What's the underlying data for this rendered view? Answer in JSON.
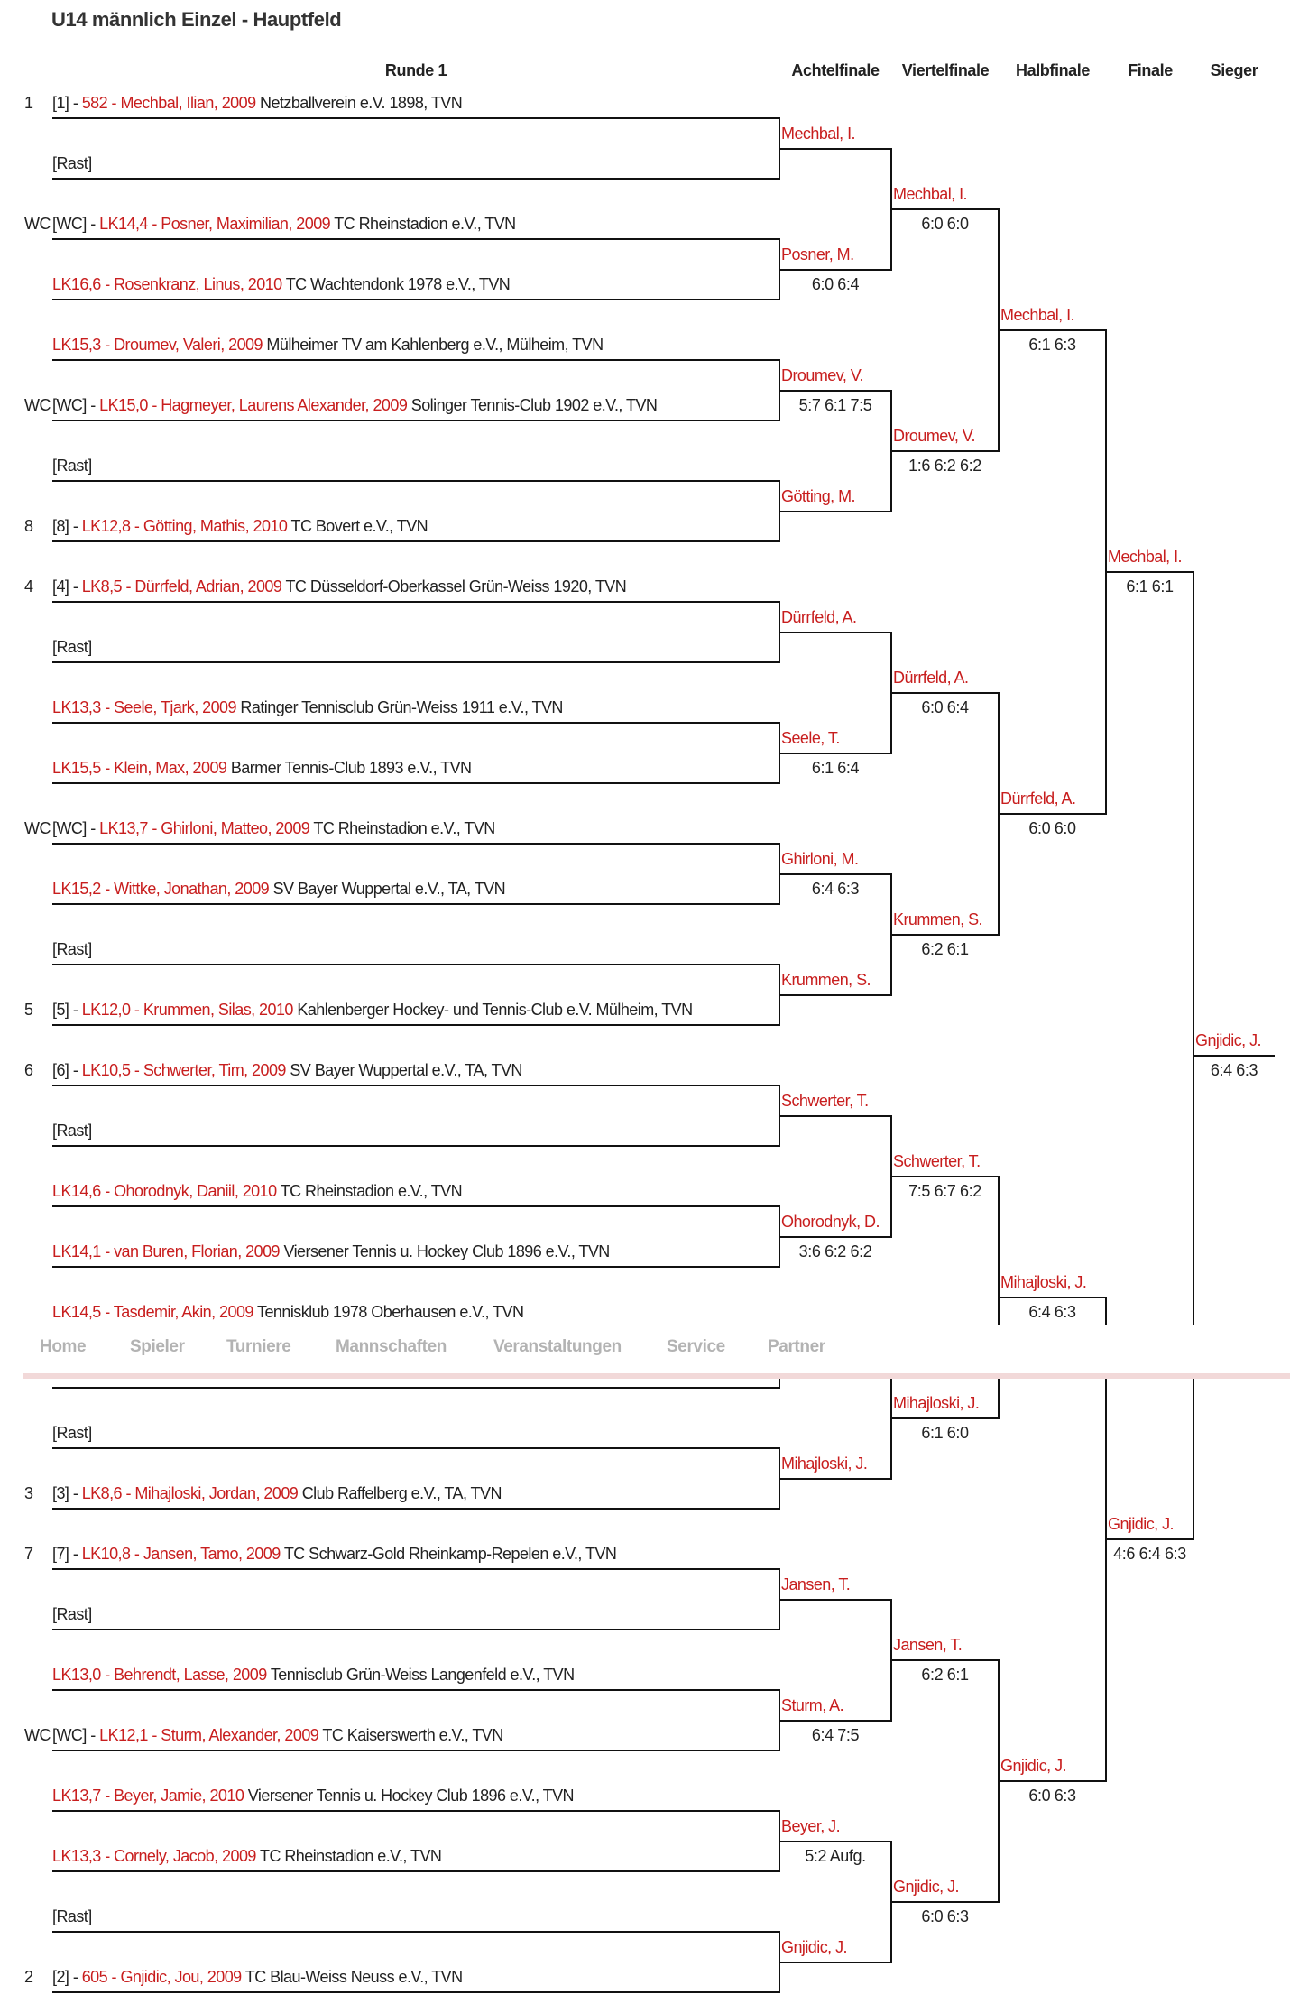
{
  "title": "U14 männlich Einzel - Hauptfeld",
  "rounds": [
    "Runde 1",
    "Achtelfinale",
    "Viertelfinale",
    "Halbfinale",
    "Finale",
    "Sieger"
  ],
  "colors": {
    "player": "#c81e1e",
    "text": "#222222",
    "nav_text": "#b3b3b3",
    "nav_border": "#f2d9d9"
  },
  "nav": [
    "Home",
    "Spieler",
    "Turniere",
    "Mannschaften",
    "Veranstaltungen",
    "Service",
    "Partner"
  ],
  "round1": [
    {
      "label": "1",
      "prefix": "[1] - ",
      "player": "582 - Mechbal, Ilian, 2009",
      "club": " Netzballverein e.V. 1898, TVN"
    },
    {
      "bye": "[Rast]"
    },
    {
      "label": "WC",
      "prefix": "[WC] - ",
      "player": "LK14,4 - Posner, Maximilian, 2009",
      "club": " TC Rheinstadion e.V., TVN"
    },
    {
      "player": "LK16,6 - Rosenkranz, Linus, 2010",
      "club": " TC Wachtendonk 1978 e.V., TVN"
    },
    {
      "player": "LK15,3 - Droumev, Valeri, 2009",
      "club": " Mülheimer TV am Kahlenberg e.V., Mülheim, TVN"
    },
    {
      "label": "WC",
      "prefix": "[WC] - ",
      "player": "LK15,0 - Hagmeyer, Laurens Alexander, 2009",
      "club": " Solinger Tennis-Club 1902 e.V., TVN"
    },
    {
      "bye": "[Rast]"
    },
    {
      "label": "8",
      "prefix": "[8] - ",
      "player": "LK12,8 - Götting, Mathis, 2010",
      "club": " TC Bovert e.V., TVN"
    },
    {
      "label": "4",
      "prefix": "[4] - ",
      "player": "LK8,5 - Dürrfeld, Adrian, 2009",
      "club": " TC Düsseldorf-Oberkassel Grün-Weiss 1920, TVN"
    },
    {
      "bye": "[Rast]"
    },
    {
      "player": "LK13,3 - Seele, Tjark, 2009",
      "club": " Ratinger Tennisclub Grün-Weiss 1911 e.V., TVN"
    },
    {
      "player": "LK15,5 - Klein, Max, 2009",
      "club": " Barmer Tennis-Club 1893 e.V., TVN"
    },
    {
      "label": "WC",
      "prefix": "[WC] - ",
      "player": "LK13,7 - Ghirloni, Matteo, 2009",
      "club": " TC Rheinstadion e.V., TVN"
    },
    {
      "player": "LK15,2 - Wittke, Jonathan, 2009",
      "club": " SV Bayer Wuppertal e.V., TA, TVN"
    },
    {
      "bye": "[Rast]"
    },
    {
      "label": "5",
      "prefix": "[5] - ",
      "player": "LK12,0 - Krummen, Silas, 2010",
      "club": " Kahlenberger Hockey- und Tennis-Club e.V. Mülheim, TVN"
    },
    {
      "label": "6",
      "prefix": "[6] - ",
      "player": "LK10,5 - Schwerter, Tim, 2009",
      "club": " SV Bayer Wuppertal e.V., TA, TVN"
    },
    {
      "bye": "[Rast]"
    },
    {
      "player": "LK14,6 - Ohorodnyk, Daniil, 2010",
      "club": " TC Rheinstadion e.V., TVN"
    },
    {
      "player": "LK14,1 - van Buren, Florian, 2009",
      "club": " Viersener Tennis u. Hockey Club 1896 e.V., TVN"
    },
    {
      "player": "LK14,5 - Tasdemir, Akin, 2009",
      "club": " Tennisklub 1978 Oberhausen e.V., TVN"
    },
    {},
    {
      "bye": "[Rast]"
    },
    {
      "label": "3",
      "prefix": "[3] - ",
      "player": "LK8,6 - Mihajloski, Jordan, 2009",
      "club": " Club Raffelberg e.V., TA, TVN"
    },
    {
      "label": "7",
      "prefix": "[7] - ",
      "player": "LK10,8 - Jansen, Tamo, 2009",
      "club": " TC Schwarz-Gold Rheinkamp-Repelen e.V., TVN"
    },
    {
      "bye": "[Rast]"
    },
    {
      "player": "LK13,0 - Behrendt, Lasse, 2009",
      "club": " Tennisclub Grün-Weiss Langenfeld e.V., TVN"
    },
    {
      "label": "WC",
      "prefix": "[WC] - ",
      "player": "LK12,1 - Sturm, Alexander, 2009",
      "club": " TC Kaiserswerth e.V., TVN"
    },
    {
      "player": "LK13,7 - Beyer, Jamie, 2010",
      "club": " Viersener Tennis u. Hockey Club 1896 e.V., TVN"
    },
    {
      "player": "LK13,3 - Cornely, Jacob, 2009",
      "club": " TC Rheinstadion e.V., TVN"
    },
    {
      "bye": "[Rast]"
    },
    {
      "label": "2",
      "prefix": "[2] - ",
      "player": "605 - Gnjidic, Jou, 2009",
      "club": " TC Blau-Weiss Neuss e.V., TVN"
    }
  ],
  "achtelfinale": [
    {
      "name": "Mechbal, I."
    },
    {
      "name": "Posner, M.",
      "score": "6:0 6:4"
    },
    {
      "name": "Droumev, V.",
      "score": "5:7 6:1 7:5"
    },
    {
      "name": "Götting, M."
    },
    {
      "name": "Dürrfeld, A."
    },
    {
      "name": "Seele, T.",
      "score": "6:1 6:4"
    },
    {
      "name": "Ghirloni, M.",
      "score": "6:4 6:3"
    },
    {
      "name": "Krummen, S."
    },
    {
      "name": "Schwerter, T."
    },
    {
      "name": "Ohorodnyk, D.",
      "score": "3:6 6:2 6:2"
    },
    {},
    {
      "name": "Mihajloski, J."
    },
    {
      "name": "Jansen, T."
    },
    {
      "name": "Sturm, A.",
      "score": "6:4 7:5"
    },
    {
      "name": "Beyer, J.",
      "score": "5:2 Aufg."
    },
    {
      "name": "Gnjidic, J."
    }
  ],
  "viertelfinale": [
    {
      "name": "Mechbal, I.",
      "score": "6:0 6:0"
    },
    {
      "name": "Droumev, V.",
      "score": "1:6 6:2 6:2"
    },
    {
      "name": "Dürrfeld, A.",
      "score": "6:0 6:4"
    },
    {
      "name": "Krummen, S.",
      "score": "6:2 6:1"
    },
    {
      "name": "Schwerter, T.",
      "score": "7:5 6:7 6:2"
    },
    {
      "name": "Mihajloski, J.",
      "score": "6:1 6:0"
    },
    {
      "name": "Jansen, T.",
      "score": "6:2 6:1"
    },
    {
      "name": "Gnjidic, J.",
      "score": "6:0 6:3"
    }
  ],
  "halbfinale": [
    {
      "name": "Mechbal, I.",
      "score": "6:1 6:3"
    },
    {
      "name": "Dürrfeld, A.",
      "score": "6:0 6:0"
    },
    {
      "name": "Mihajloski, J.",
      "score": "6:4 6:3"
    },
    {
      "name": "Gnjidic, J.",
      "score": "6:0 6:3"
    }
  ],
  "finale": [
    {
      "name": "Mechbal, I.",
      "score": "6:1 6:1"
    },
    {
      "name": "Gnjidic, J.",
      "score": "4:6 6:4 6:3"
    }
  ],
  "sieger": [
    {
      "name": "Gnjidic, J.",
      "score": "6:4 6:3"
    }
  ]
}
